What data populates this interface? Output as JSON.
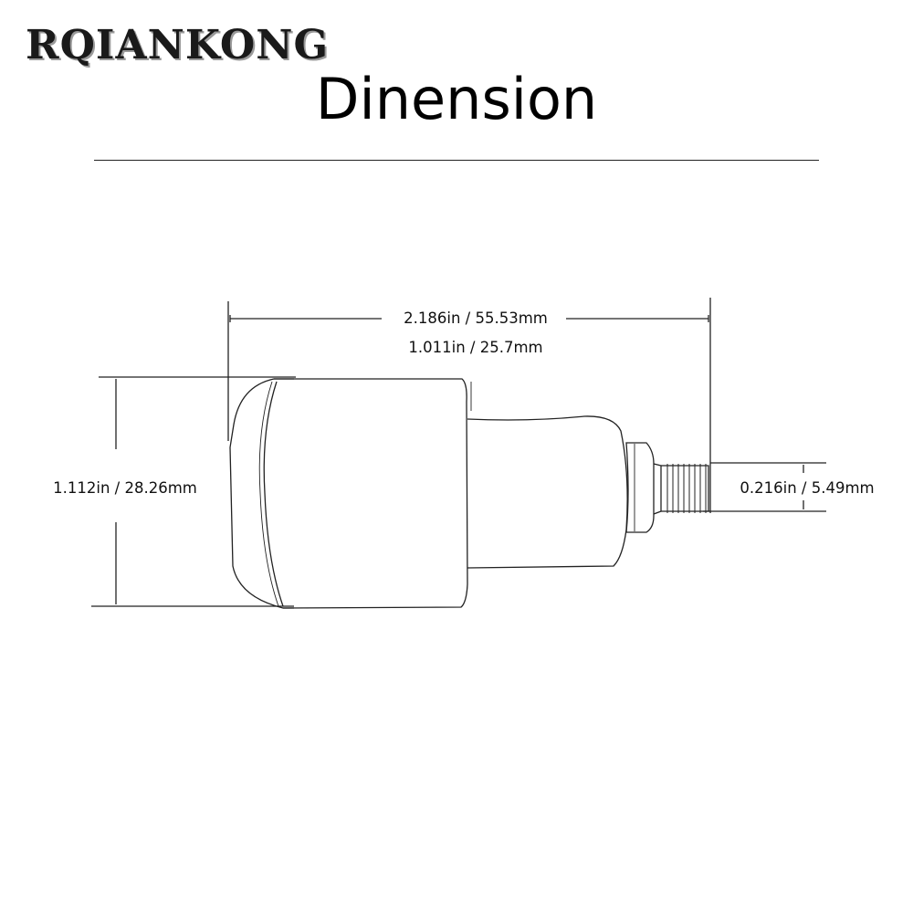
{
  "brand": "RQIANKONG",
  "title": "Dinension",
  "dimensions": {
    "total_length": "2.186in / 55.53mm",
    "body_length": "1.011in / 25.7mm",
    "diameter": "1.112in / 28.26mm",
    "bolt_diameter": "0.216in / 5.49mm"
  },
  "colors": {
    "line": "#222222",
    "text": "#111111"
  }
}
